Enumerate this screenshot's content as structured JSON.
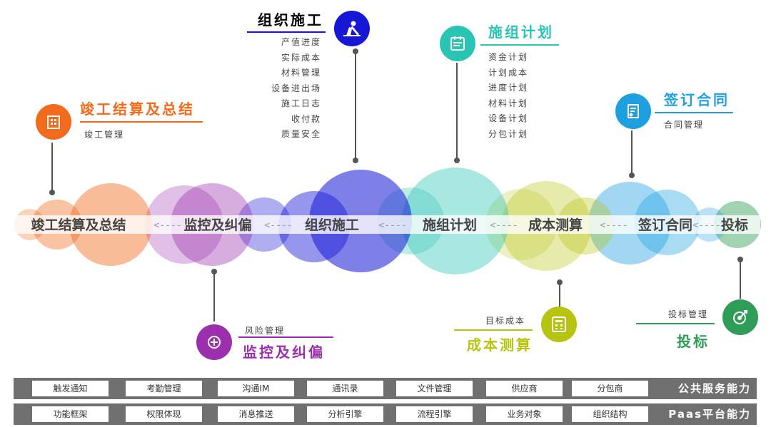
{
  "flow": {
    "steps": [
      "投标",
      "签订合同",
      "成本测算",
      "施组计划",
      "组织施工",
      "监控及纠偏",
      "竣工结算及总结"
    ],
    "arrow": "<----"
  },
  "colors": {
    "tender": "#2e9d57",
    "contract": "#1ea0e0",
    "cost": "#b6c40f",
    "plan": "#29c4b4",
    "construct": "#1616d6",
    "monitor": "#9b2fae",
    "settle": "#f26a1b"
  },
  "nodes": {
    "construct": {
      "title": "组织施工",
      "icon": "worker-icon",
      "items": [
        "产值进度",
        "实际成本",
        "材料管理",
        "设备进出场",
        "施工日志",
        "收付款",
        "质量安全"
      ]
    },
    "plan": {
      "title": "施组计划",
      "icon": "calendar-icon",
      "items": [
        "资金计划",
        "计划成本",
        "进度计划",
        "材料计划",
        "设备计划",
        "分包计划"
      ]
    },
    "contract": {
      "title": "签订合同",
      "icon": "contract-icon",
      "items": [
        "合同管理"
      ]
    },
    "settle": {
      "title": "竣工结算及总结",
      "icon": "building-icon",
      "items": [
        "竣工管理"
      ]
    },
    "monitor": {
      "title": "监控及纠偏",
      "icon": "target-icon",
      "items": [
        "风险管理"
      ]
    },
    "cost": {
      "title": "成本测算",
      "icon": "calculator-icon",
      "items": [
        "目标成本"
      ]
    },
    "tender": {
      "title": "投标",
      "icon": "dart-icon",
      "items": [
        "投标管理"
      ]
    }
  },
  "bars": {
    "public": {
      "label": "公共服务能力",
      "items": [
        "分包商",
        "供应商",
        "文件管理",
        "通讯录",
        "沟通IM",
        "考勤管理",
        "触发通知"
      ]
    },
    "paas": {
      "label": "Paas平台能力",
      "items": [
        "组织结构",
        "业务对象",
        "流程引擎",
        "分析引擎",
        "消息推送",
        "权限体现",
        "功能框架"
      ]
    }
  }
}
